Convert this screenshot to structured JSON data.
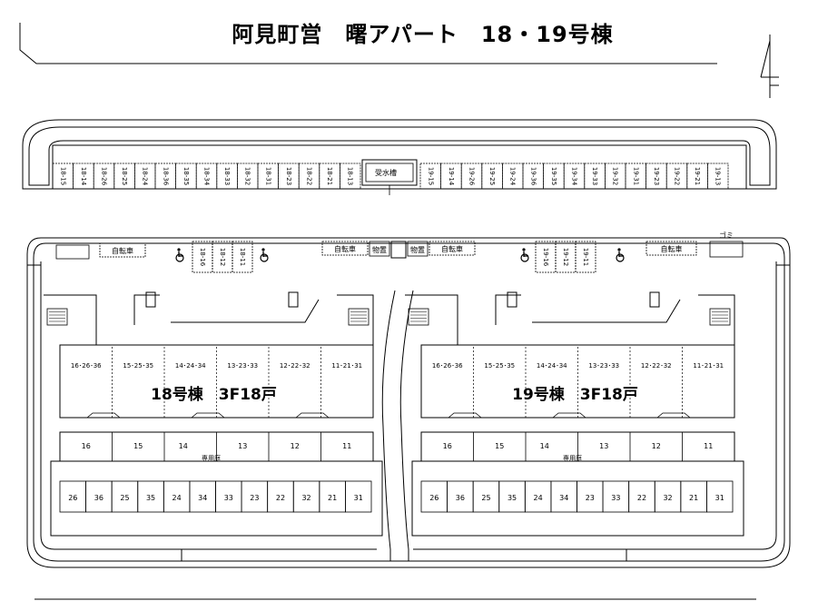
{
  "title": "阿見町営　曙アパート　18・19号棟",
  "top_parking": {
    "left_slots": [
      "18-15",
      "18-14",
      "18-26",
      "18-25",
      "18-24",
      "18-36",
      "18-35",
      "18-34",
      "18-33",
      "18-32",
      "18-31",
      "18-23",
      "18-22",
      "18-21",
      "18-13"
    ],
    "water_tank": "受水槽",
    "right_slots": [
      "19-15",
      "19-14",
      "19-26",
      "19-25",
      "19-24",
      "19-36",
      "19-35",
      "19-34",
      "19-33",
      "19-32",
      "19-31",
      "19-23",
      "19-22",
      "19-21",
      "19-13"
    ]
  },
  "upper_row": {
    "bike_label": "自転車",
    "storage_label": "物置",
    "garbage_label": "ゴミ",
    "left_slots": [
      "18-16",
      "18-12",
      "18-11"
    ],
    "right_slots": [
      "19-16",
      "19-12",
      "19-11"
    ]
  },
  "buildings": [
    {
      "label": "18号棟　3F18戸",
      "units": [
        "16･26･36",
        "15･25･35",
        "14･24･34",
        "13･23･33",
        "12･22･32",
        "11･21･31"
      ],
      "gardens": [
        "16",
        "15",
        "14",
        "13",
        "12",
        "11"
      ],
      "garden_label": "専用庭",
      "parking": [
        "26",
        "36",
        "25",
        "35",
        "24",
        "34",
        "33",
        "23",
        "22",
        "32",
        "21",
        "31"
      ]
    },
    {
      "label": "19号棟　3F18戸",
      "units": [
        "16･26･36",
        "15･25･35",
        "14･24･34",
        "13･23･33",
        "12･22･32",
        "11･21･31"
      ],
      "gardens": [
        "16",
        "15",
        "14",
        "13",
        "12",
        "11"
      ],
      "garden_label": "専用庭",
      "parking": [
        "26",
        "36",
        "25",
        "35",
        "24",
        "34",
        "23",
        "33",
        "22",
        "32",
        "21",
        "31"
      ]
    }
  ]
}
